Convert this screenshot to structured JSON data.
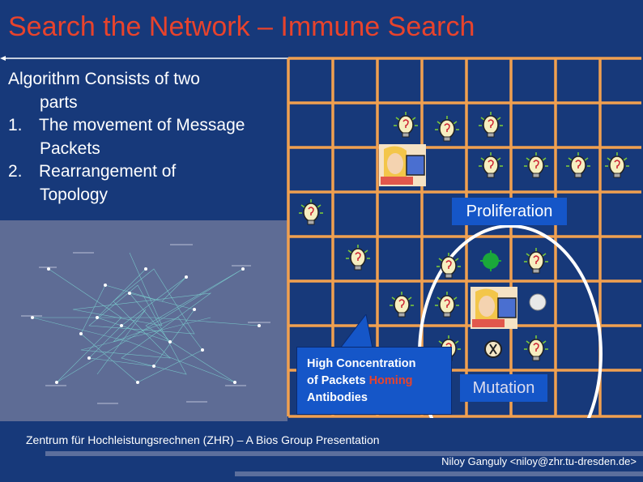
{
  "slide": {
    "title": "Search the Network – Immune Search",
    "intro_line1": "Algorithm Consists of two",
    "intro_line2": "parts",
    "items": [
      {
        "num": "1.",
        "line1": "The movement of Message",
        "line2": "Packets"
      },
      {
        "num": "2.",
        "line1": "Rearrangement of",
        "line2": "Topology"
      }
    ]
  },
  "labels": {
    "proliferation": "Proliferation",
    "mutation": "Mutation",
    "callout_line1": "High Concentration",
    "callout_line2a": "of Packets ",
    "callout_line2b": "Homing",
    "callout_line3": "Antibodies"
  },
  "footer": {
    "org": "Zentrum für Hochleistungsrechnen  (ZHR) – A Bios Group Presentation",
    "author": "Niloy Ganguly <niloy@zhr.tu-dresden.de>"
  },
  "colors": {
    "background": "#17397a",
    "title": "#e8432c",
    "grid": "#f0a050",
    "label_box": "#1556c8",
    "highlight": "#e8432c"
  },
  "icons": {
    "packet": "lightbulb-icon",
    "user": "person-at-computer-icon"
  }
}
